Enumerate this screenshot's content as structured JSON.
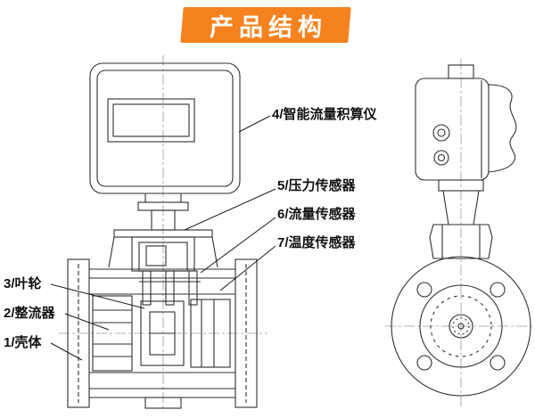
{
  "banner": {
    "title": "产品结构",
    "bg": "#F5821F"
  },
  "labels": {
    "p4": "4/智能流量积算仪",
    "p5": "5/压力传感器",
    "p6": "6/流量传感器",
    "p7": "7/温度传感器",
    "p3": "3/叶轮",
    "p2": "2/整流器",
    "p1": "1/壳体"
  },
  "drawing": {
    "line_color": "#2F2F2F"
  }
}
